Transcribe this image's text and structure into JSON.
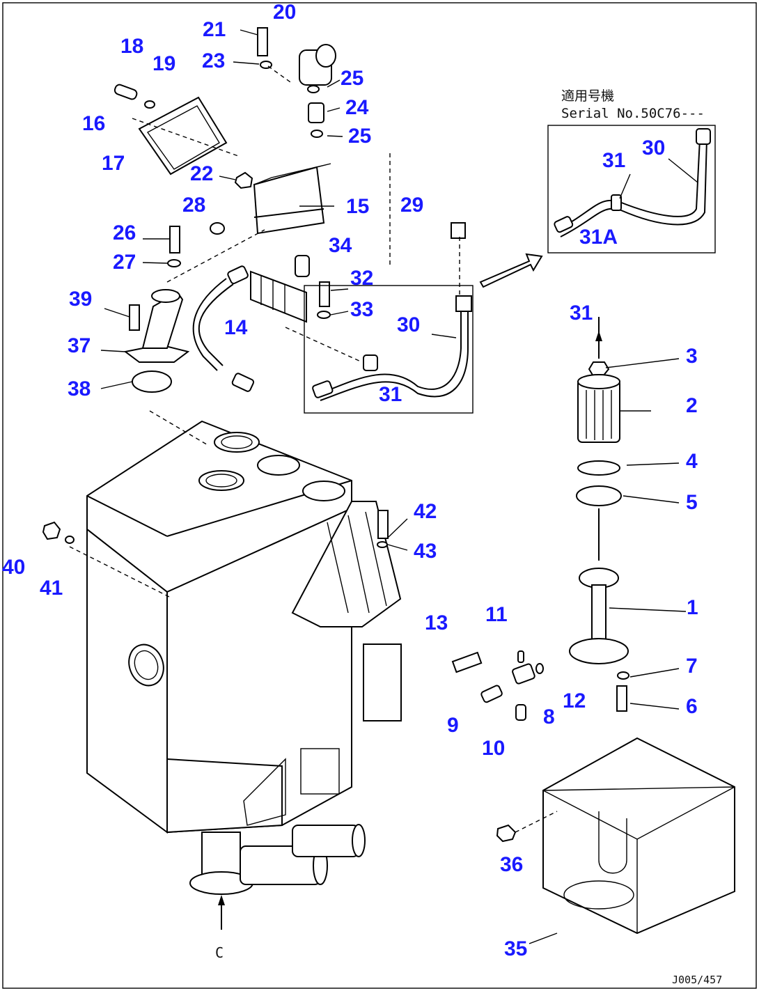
{
  "callouts": [
    "1",
    "2",
    "3",
    "4",
    "5",
    "6",
    "7",
    "8",
    "9",
    "10",
    "11",
    "12",
    "13",
    "14",
    "15",
    "16",
    "17",
    "18",
    "19",
    "20",
    "21",
    "22",
    "23",
    "24",
    "25",
    "25",
    "26",
    "27",
    "28",
    "29",
    "30",
    "30",
    "31",
    "31",
    "31",
    "31A",
    "32",
    "33",
    "34",
    "35",
    "36",
    "37",
    "38",
    "39",
    "40",
    "41",
    "42",
    "43"
  ],
  "serial_note": {
    "line1": "適用号機",
    "line2": "Serial No.50C76---"
  },
  "view_letter": "C",
  "drawing_number": "J005/457"
}
